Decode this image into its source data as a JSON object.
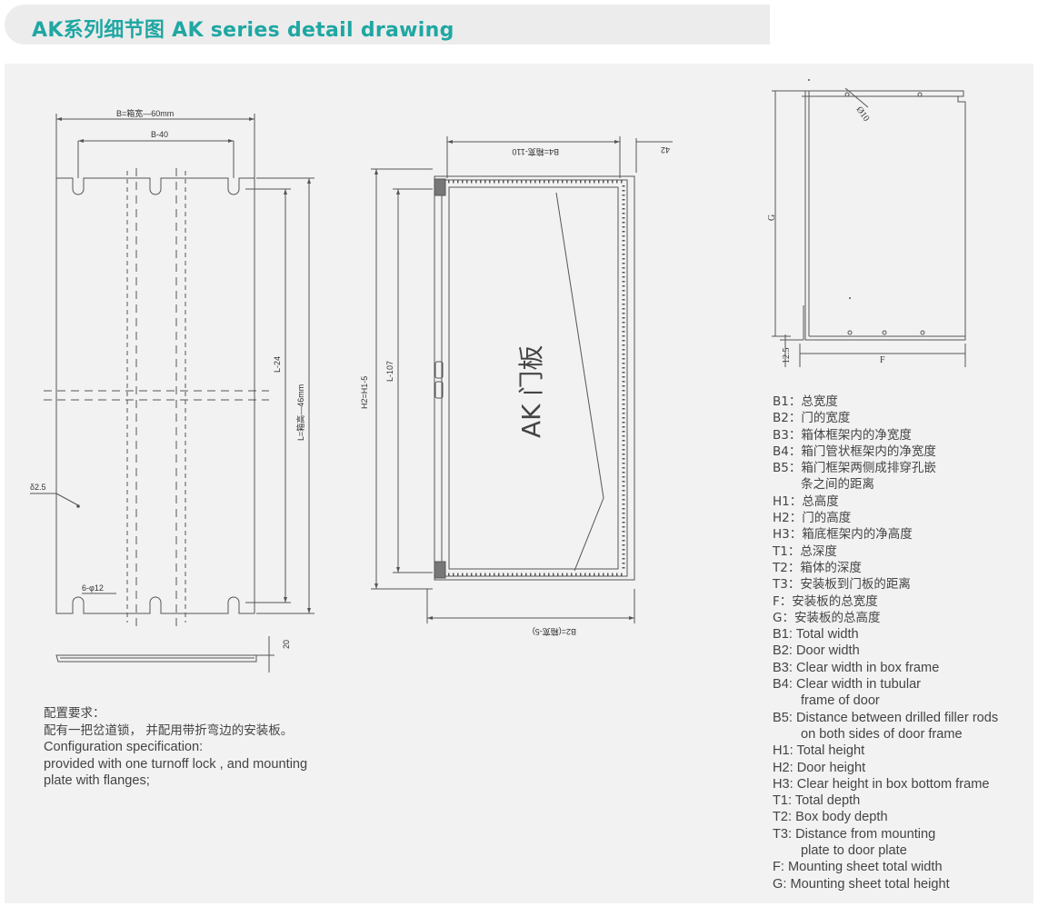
{
  "header": {
    "title": "AK系列细节图 AK series detail drawing"
  },
  "colors": {
    "accent": "#1fa7a3",
    "panel": "#f2f2f2",
    "header_bar": "#ececec",
    "line": "#555555"
  },
  "drawing_left": {
    "dim_top_outer": "B=箱宽—60mm",
    "dim_top_inner": "B-40",
    "dim_right_inner": "L-24",
    "dim_right_outer": "L=箱高—46mm",
    "thickness": "δ2.5",
    "holes": "6-φ12",
    "flange_height": "20"
  },
  "drawing_door": {
    "dim_top": "B4=箱宽-110",
    "dim_top_right": "42",
    "dim_left_outer": "H2=H1-5",
    "dim_left_inner": "L-107",
    "center_label": "AK 门板",
    "dim_bottom": "B2=(箱宽-5)"
  },
  "drawing_right": {
    "hole_dia": "Ø10",
    "dim_height": "G",
    "dim_bottom_left": "12.5",
    "dim_width": "F"
  },
  "legend": [
    {
      "text": "B1：总宽度",
      "cn": true
    },
    {
      "text": "B2：门的宽度",
      "cn": true
    },
    {
      "text": "B3：箱体框架内的净宽度",
      "cn": true
    },
    {
      "text": "B4：箱门管状框架内的净宽度",
      "cn": true
    },
    {
      "text": "B5：箱门框架两侧成排穿孔嵌",
      "cn": true
    },
    {
      "text": "条之间的距离",
      "cn": true,
      "cont": true
    },
    {
      "text": "H1：总高度",
      "cn": true
    },
    {
      "text": "H2：门的高度",
      "cn": true
    },
    {
      "text": "H3：箱底框架内的净高度",
      "cn": true
    },
    {
      "text": "T1：总深度",
      "cn": true
    },
    {
      "text": "T2：箱体的深度",
      "cn": true
    },
    {
      "text": "T3：安装板到门板的距离",
      "cn": true
    },
    {
      "text": "F：安装板的总宽度",
      "cn": true
    },
    {
      "text": "G：安装板的总高度",
      "cn": true
    },
    {
      "text": "B1: Total width"
    },
    {
      "text": "B2: Door width"
    },
    {
      "text": "B3: Clear width in box frame"
    },
    {
      "text": "B4: Clear width in tubular"
    },
    {
      "text": "frame of door",
      "cont": true
    },
    {
      "text": "B5: Distance between drilled filler rods"
    },
    {
      "text": "on both sides of door frame",
      "cont": true
    },
    {
      "text": "H1: Total height"
    },
    {
      "text": "H2: Door height"
    },
    {
      "text": "H3: Clear height in box bottom frame"
    },
    {
      "text": "T1: Total depth"
    },
    {
      "text": "T2: Box body depth"
    },
    {
      "text": "T3: Distance from mounting"
    },
    {
      "text": "plate to door plate",
      "cont": true
    },
    {
      "text": "F: Mounting sheet total width"
    },
    {
      "text": "G: Mounting sheet total height"
    }
  ],
  "config": {
    "title_cn": "配置要求：",
    "body_cn": "配有一把岔道锁， 并配用带折弯边的安装板。",
    "title_en": "Configuration specification:",
    "body_en_1": "provided with one turnoff lock , and mounting",
    "body_en_2": "plate with flanges;"
  }
}
